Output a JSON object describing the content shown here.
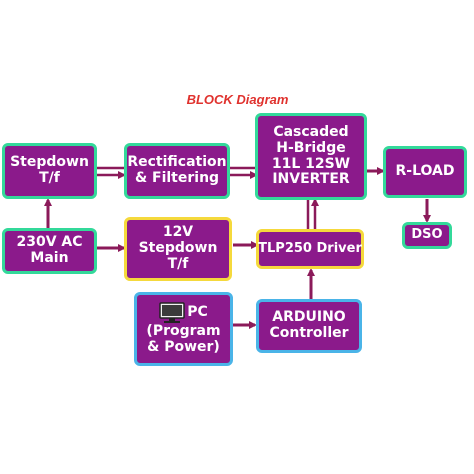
{
  "diagram": {
    "title": "BLOCK Diagram",
    "blocks": {
      "stepdown_tf": {
        "lines": [
          "Stepdown",
          "T/f"
        ]
      },
      "rectification": {
        "lines": [
          "Rectification",
          "& Filtering"
        ]
      },
      "inverter": {
        "lines": [
          "Cascaded",
          "H-Bridge",
          "11L 12SW",
          "INVERTER"
        ]
      },
      "rload": {
        "lines": [
          "R-LOAD"
        ]
      },
      "dso": {
        "lines": [
          "DSO"
        ]
      },
      "ac_main": {
        "lines": [
          "230V AC",
          "Main"
        ]
      },
      "stepdown_12v": {
        "lines": [
          "12V",
          "Stepdown",
          "T/f"
        ]
      },
      "tlp250": {
        "lines": [
          "TLP250 Driver"
        ]
      },
      "pc": {
        "lines": [
          "PC",
          "(Program",
          "& Power)"
        ],
        "icon": "computer-monitor-icon"
      },
      "arduino": {
        "lines": [
          "ARDUINO",
          "Controller"
        ]
      }
    },
    "colors": {
      "block_fill": "#8b1a8b",
      "border_green": "#33d99a",
      "border_yellow": "#f5d93c",
      "border_blue": "#4ab4e8",
      "arrow": "#8b1a5a",
      "title": "#e0322e"
    }
  }
}
